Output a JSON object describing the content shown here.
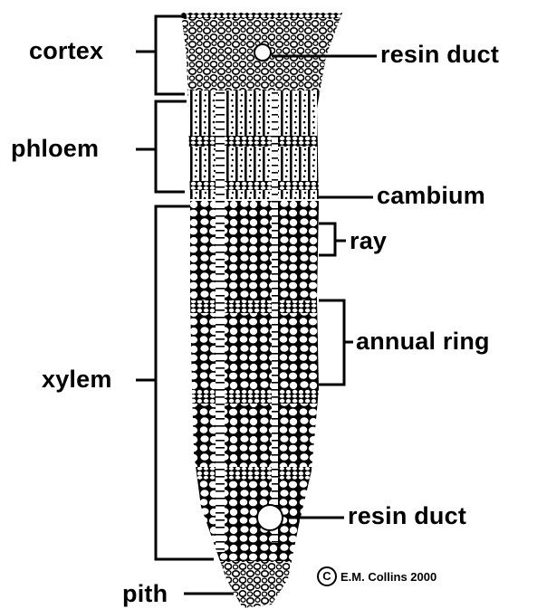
{
  "labels": {
    "cortex": "cortex",
    "phloem": "phloem",
    "xylem": "xylem",
    "pith": "pith",
    "resin_duct_top": "resin duct",
    "cambium": "cambium",
    "ray": "ray",
    "annual_ring": "annual ring",
    "resin_duct_bottom": "resin duct"
  },
  "credit": {
    "symbol": "C",
    "text": "E.M. Collins 2000"
  }
}
